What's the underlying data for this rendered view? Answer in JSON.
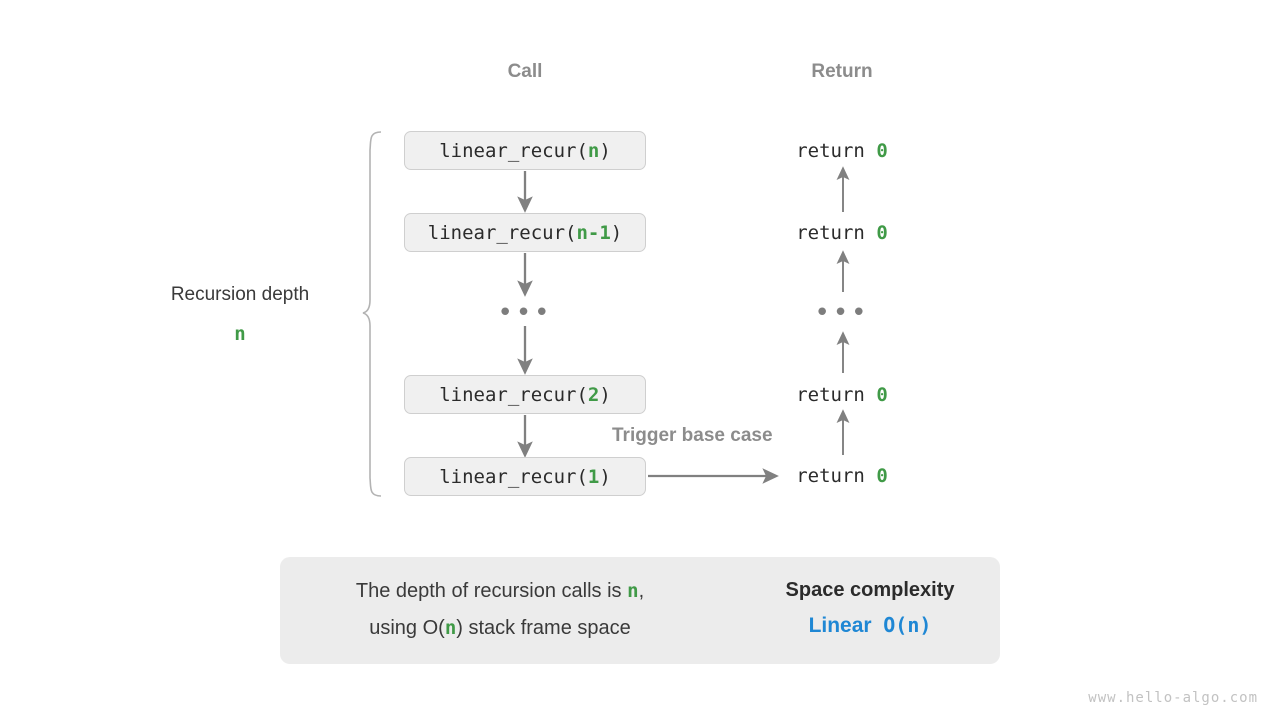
{
  "headers": {
    "call": "Call",
    "return": "Return"
  },
  "depth": {
    "label": "Recursion depth",
    "variable": "n"
  },
  "trigger": {
    "label": "Trigger base case"
  },
  "call_stack": [
    {
      "prefix": "linear_recur(",
      "arg": "n",
      "suffix": ")"
    },
    {
      "prefix": "linear_recur(",
      "arg": "n-1",
      "suffix": ")"
    },
    {
      "prefix": "linear_recur(",
      "arg": "2",
      "suffix": ")"
    },
    {
      "prefix": "linear_recur(",
      "arg": "1",
      "suffix": ")"
    }
  ],
  "returns": [
    {
      "keyword": "return",
      "value": "0"
    },
    {
      "keyword": "return",
      "value": "0"
    },
    {
      "keyword": "return",
      "value": "0"
    },
    {
      "keyword": "return",
      "value": "0"
    }
  ],
  "ellipsis": {
    "call": "•••",
    "return": "•••"
  },
  "summary": {
    "line1_a": "The depth of recursion calls is ",
    "line1_var": "n",
    "line1_b": ",",
    "line2_a": "using O(",
    "line2_var": "n",
    "line2_b": ") stack frame space",
    "title": "Space complexity",
    "value_word": "Linear",
    "value_notation": "O(n)"
  },
  "watermark": "www.hello-algo.com",
  "colors": {
    "green": "#409a47",
    "blue": "#1f87d4",
    "gray_text": "#8c8c8c",
    "box_bg": "#f0f0f0",
    "box_border": "#cfcfcf",
    "panel_bg": "#ececec",
    "arrow": "#808080",
    "brace": "#b0b0b0",
    "block_arrow": "#c8c8c8"
  }
}
